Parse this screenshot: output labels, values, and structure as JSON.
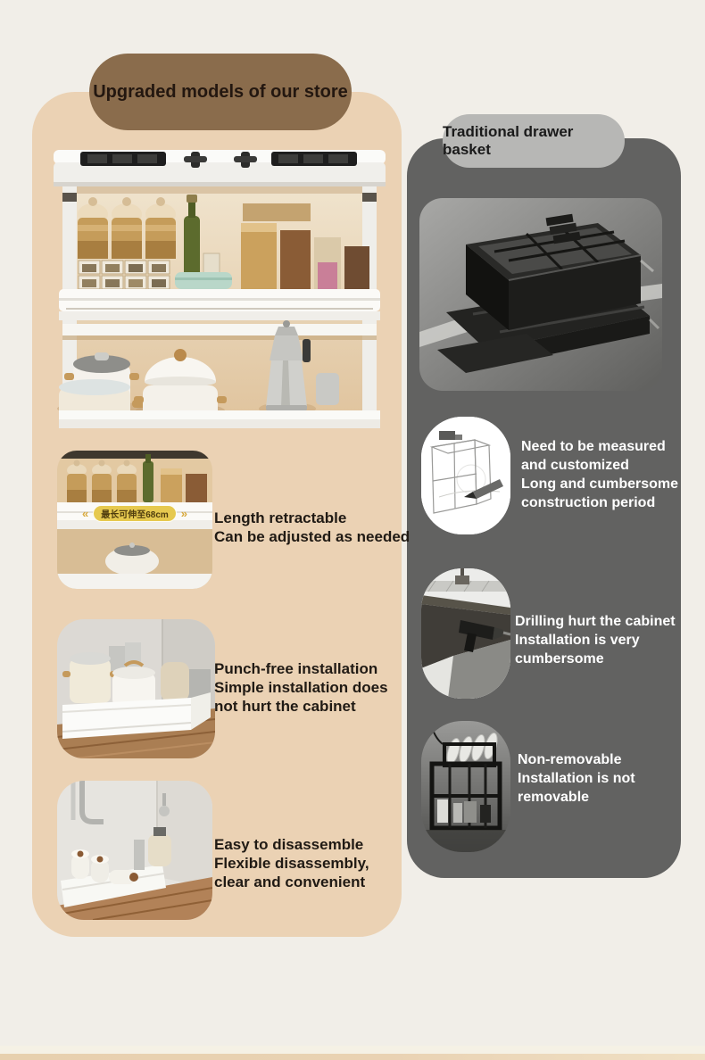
{
  "page": {
    "background": "#f1eee8",
    "bottom_strip_color": "#e9d2b3"
  },
  "left_panel": {
    "panel_color": "#ebd2b4",
    "header": {
      "label": "Upgraded models of our store",
      "bg_color": "#8a6c4c",
      "text_color": "#231710"
    },
    "photo_badge": {
      "label": "最长可伸至68cm",
      "bg_color": "#e6c94f",
      "left_arrows": "«",
      "right_arrows": "»"
    },
    "features": [
      {
        "lines": [
          "Length retractable",
          "Can be adjusted as needed"
        ]
      },
      {
        "lines": [
          "Punch-free installation",
          "Simple installation does",
          "not hurt the cabinet"
        ]
      },
      {
        "lines": [
          "Easy to disassemble",
          "Flexible disassembly,",
          "clear and convenient"
        ]
      }
    ]
  },
  "right_panel": {
    "panel_color": "#626261",
    "header": {
      "label": "Traditional drawer basket",
      "bg_color": "#b7b7b5",
      "text_color": "#1a1a1a"
    },
    "drawbacks": [
      {
        "lines": [
          "Need to be measured",
          "and customized",
          "Long and cumbersome",
          "construction period"
        ]
      },
      {
        "lines": [
          "Drilling hurt the cabinet",
          "Installation is very",
          "cumbersome"
        ]
      },
      {
        "lines": [
          "Non-removable",
          "Installation is not",
          "removable"
        ]
      }
    ]
  }
}
